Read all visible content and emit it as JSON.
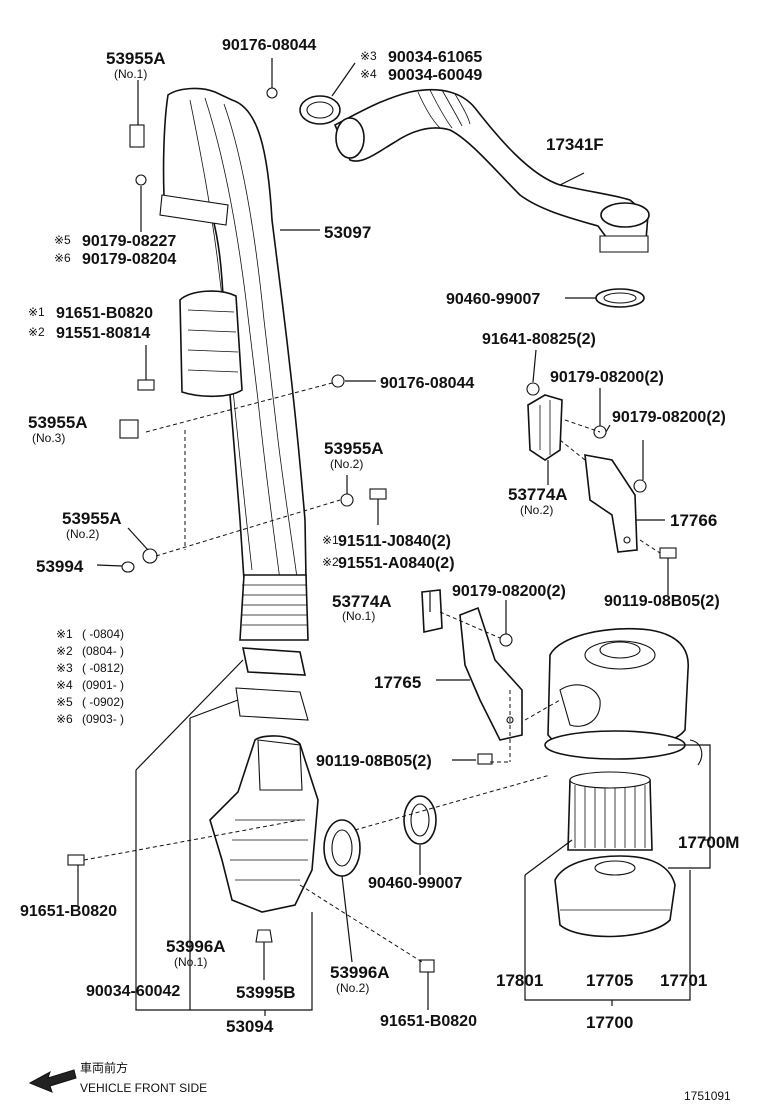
{
  "labels": {
    "p53955A_1": "53955A",
    "p53955A_1_sub": "(No.1)",
    "p90176_08044_a": "90176-08044",
    "pref3": "※3",
    "p90034_61065": "90034-61065",
    "pref4": "※4",
    "p90034_60049": "90034-60049",
    "p17341F": "17341F",
    "p53097": "53097",
    "pref5": "※5",
    "p90179_08227": "90179-08227",
    "pref6": "※6",
    "p90179_08204": "90179-08204",
    "p90460_99007_a": "90460-99007",
    "pref1": "※1",
    "p91651_B0820_a": "91651-B0820",
    "pref2": "※2",
    "p91551_80814": "91551-80814",
    "p91641_80825": "91641-80825(2)",
    "p90179_08200_a": "90179-08200(2)",
    "p90176_08044_b": "90176-08044",
    "p53955A_3": "53955A",
    "p53955A_3_sub": "(No.3)",
    "p90179_08200_b": "90179-08200(2)",
    "p53955A_2a": "53955A",
    "p53955A_2a_sub": "(No.2)",
    "p53774A_2": "53774A",
    "p53774A_2_sub": "(No.2)",
    "p17766": "17766",
    "p53955A_2b": "53955A",
    "p53955A_2b_sub": "(No.2)",
    "pref1b": "※1",
    "p91511_J0840": "91511-J0840(2)",
    "pref2b": "※2",
    "p91551_A0840": "91551-A0840(2)",
    "p53994": "53994",
    "p90119_08B05_a": "90119-08B05(2)",
    "p53774A_1": "53774A",
    "p53774A_1_sub": "(No.1)",
    "p90179_08200_c": "90179-08200(2)",
    "p17765": "17765",
    "p90119_08B05_b": "90119-08B05(2)",
    "p17700M": "17700M",
    "p91651_B0820_b": "91651-B0820",
    "p90460_99007_b": "90460-99007",
    "p53996A_1": "53996A",
    "p53996A_1_sub": "(No.1)",
    "p53996A_2": "53996A",
    "p53996A_2_sub": "(No.2)",
    "p90034_60042": "90034-60042",
    "p53995B": "53995B",
    "p53094": "53094",
    "p91651_B0820_c": "91651-B0820",
    "p17801": "17801",
    "p17705": "17705",
    "p17701": "17701",
    "p17700": "17700"
  },
  "notes": [
    {
      "mark": "※1",
      "range": "(        -0804)"
    },
    {
      "mark": "※2",
      "range": "(0804-        )"
    },
    {
      "mark": "※3",
      "range": "(        -0812)"
    },
    {
      "mark": "※4",
      "range": "(0901-        )"
    },
    {
      "mark": "※5",
      "range": "(        -0902)"
    },
    {
      "mark": "※6",
      "range": "(0903-        )"
    }
  ],
  "footer": {
    "direction_jp": "車両前方",
    "direction_en": "VEHICLE FRONT SIDE",
    "diagram_code": "1751091"
  }
}
